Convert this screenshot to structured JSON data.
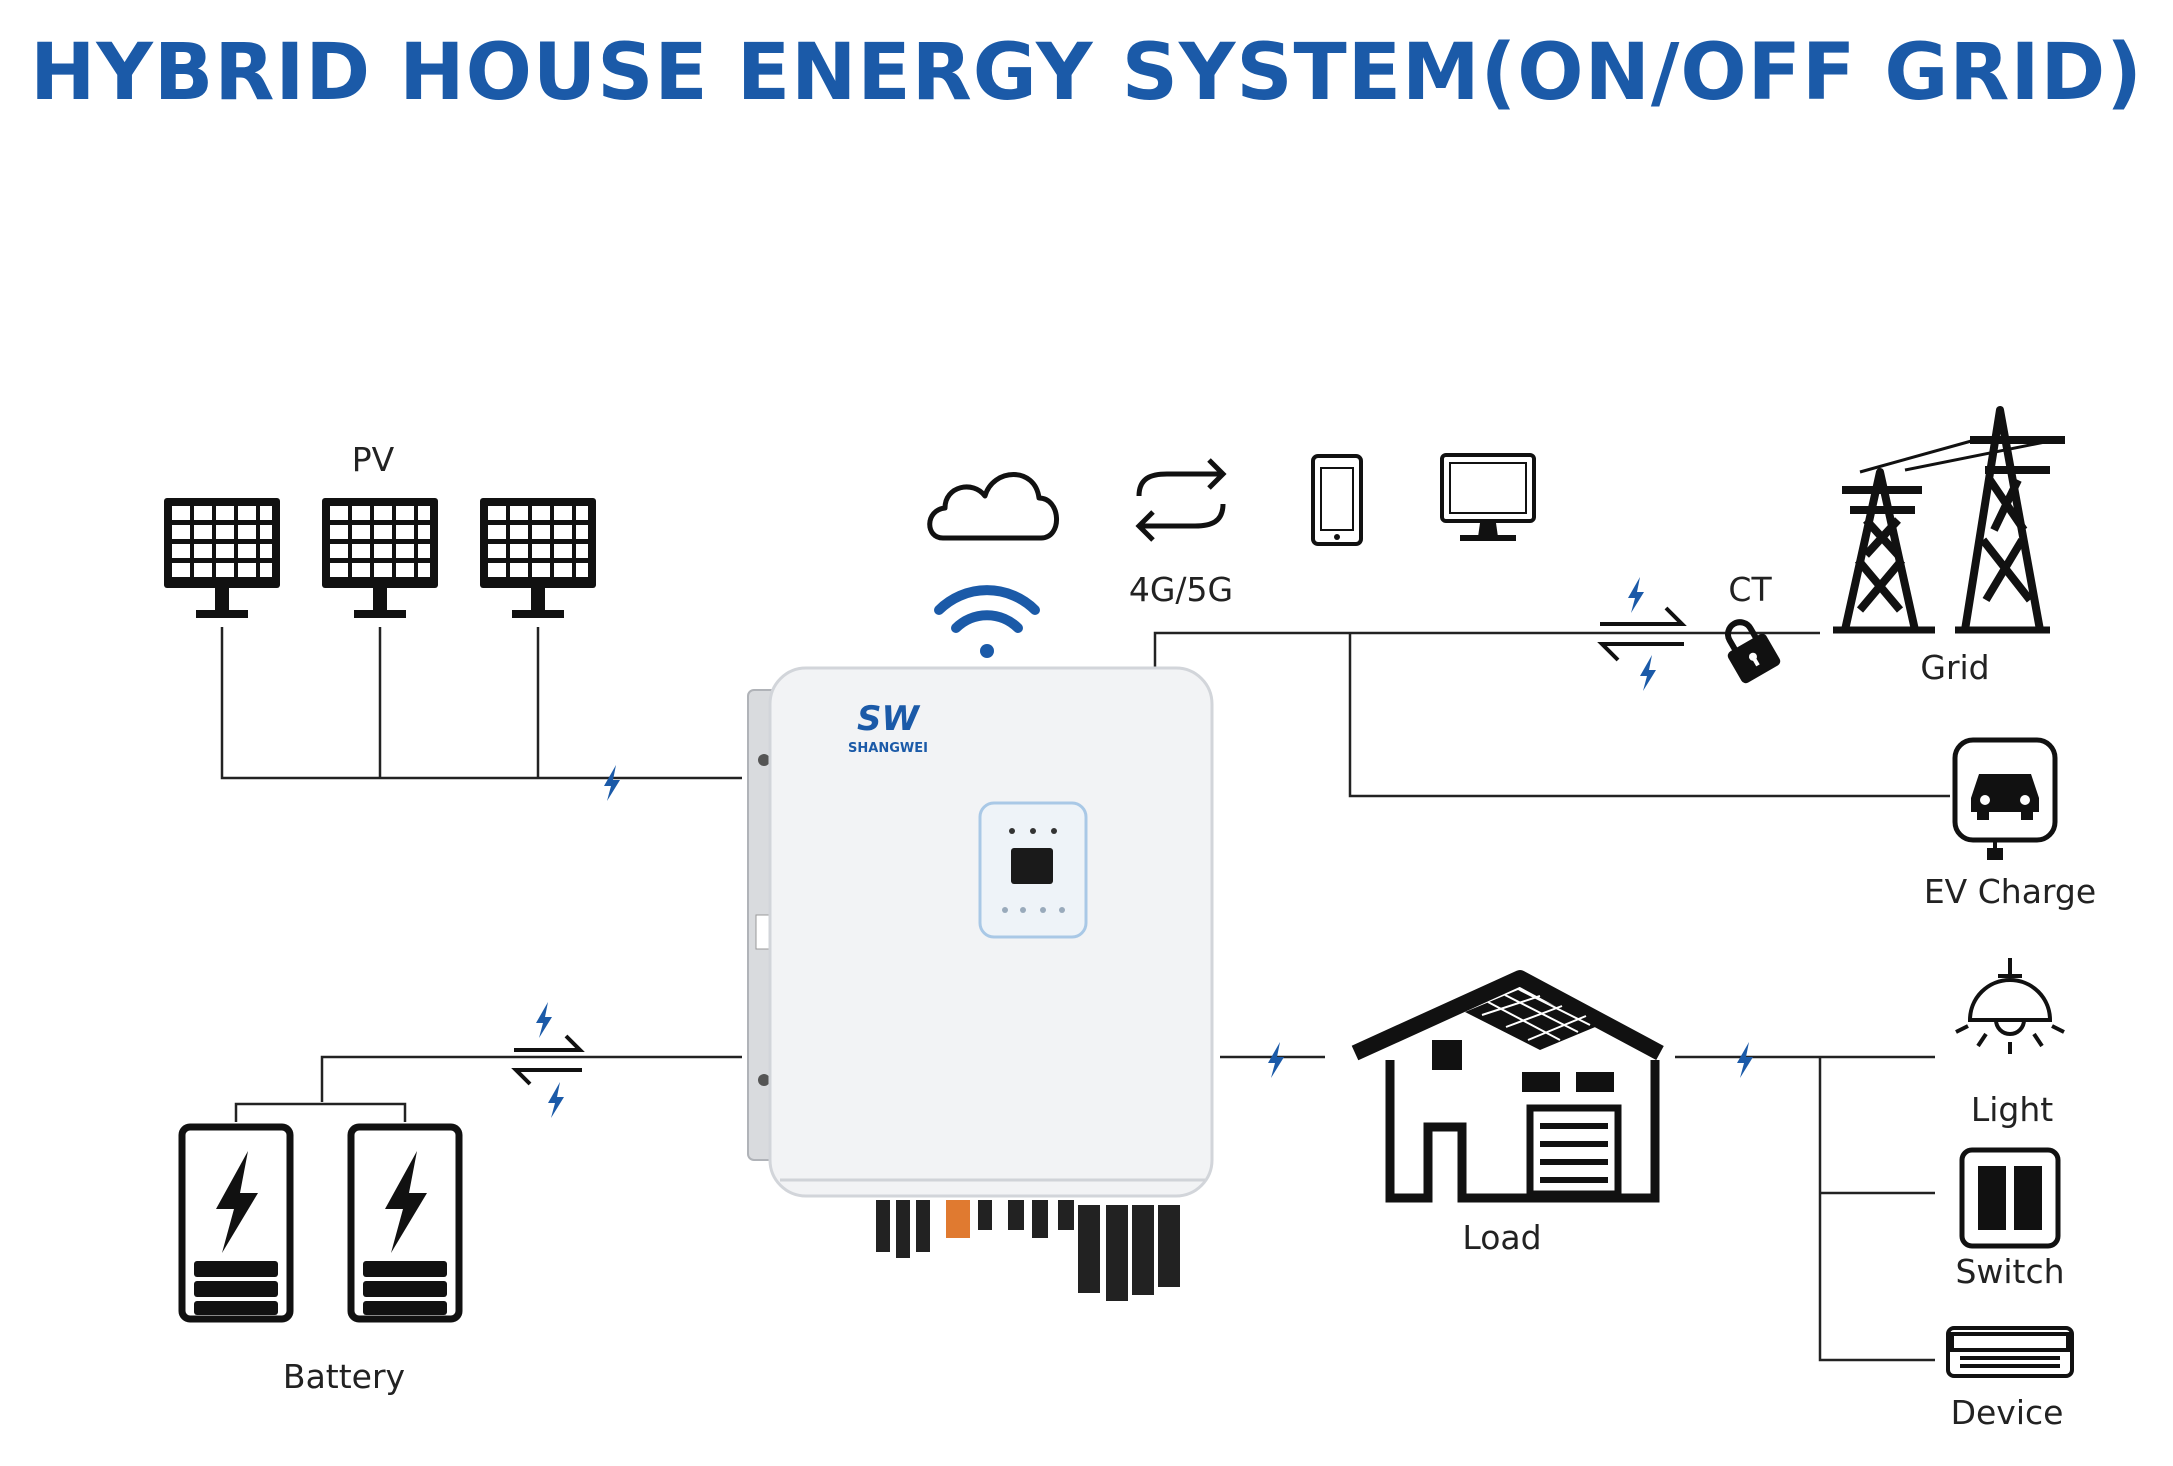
{
  "title": "HYBRID HOUSE ENERGY SYSTEM(ON/OFF GRID)",
  "labels": {
    "pv": "PV",
    "network": "4G/5G",
    "ct": "CT",
    "grid": "Grid",
    "ev_charge": "EV Charge",
    "load": "Load",
    "light": "Light",
    "switch": "Switch",
    "device": "Device",
    "battery": "Battery"
  },
  "inverter_brand": "SHANGWEI",
  "colors": {
    "title": "#1b5aa8",
    "icon": "#111111",
    "line": "#222222",
    "bolt": "#1b5aa8",
    "wifi": "#1b5aa8",
    "inverter_body": "#f2f3f5",
    "display_frame": "#a9c8e6"
  },
  "icons": [
    "solar-panel-icon",
    "cloud-icon",
    "sync-arrows-icon",
    "smartphone-icon",
    "monitor-icon",
    "wifi-icon",
    "power-tower-icon",
    "lock-icon",
    "ev-charger-icon",
    "house-icon",
    "lamp-icon",
    "switch-icon",
    "air-conditioner-icon",
    "battery-icon",
    "bolt-icon",
    "bidirectional-arrows-icon"
  ]
}
